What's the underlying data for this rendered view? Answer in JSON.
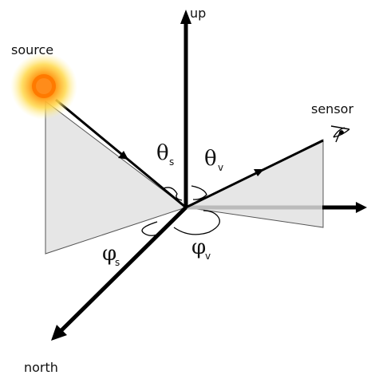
{
  "labels": {
    "up": "up",
    "source": "source",
    "sensor": "sensor",
    "north": "north"
  },
  "angles": {
    "theta_s": {
      "symbol": "θ",
      "sub": "s"
    },
    "theta_v": {
      "symbol": "θ",
      "sub": "v"
    },
    "phi_s": {
      "symbol": "φ",
      "sub": "s"
    },
    "phi_v": {
      "symbol": "φ",
      "sub": "v"
    }
  },
  "colors": {
    "ink": "#000000",
    "wedge_fill": "#e6e6e6",
    "wedge_stroke": "#555555",
    "sun_core": "#ff8c00",
    "sun_glow": "#ffe04a"
  },
  "icons": {
    "sun": "sun-icon",
    "eye": "eye-icon"
  }
}
